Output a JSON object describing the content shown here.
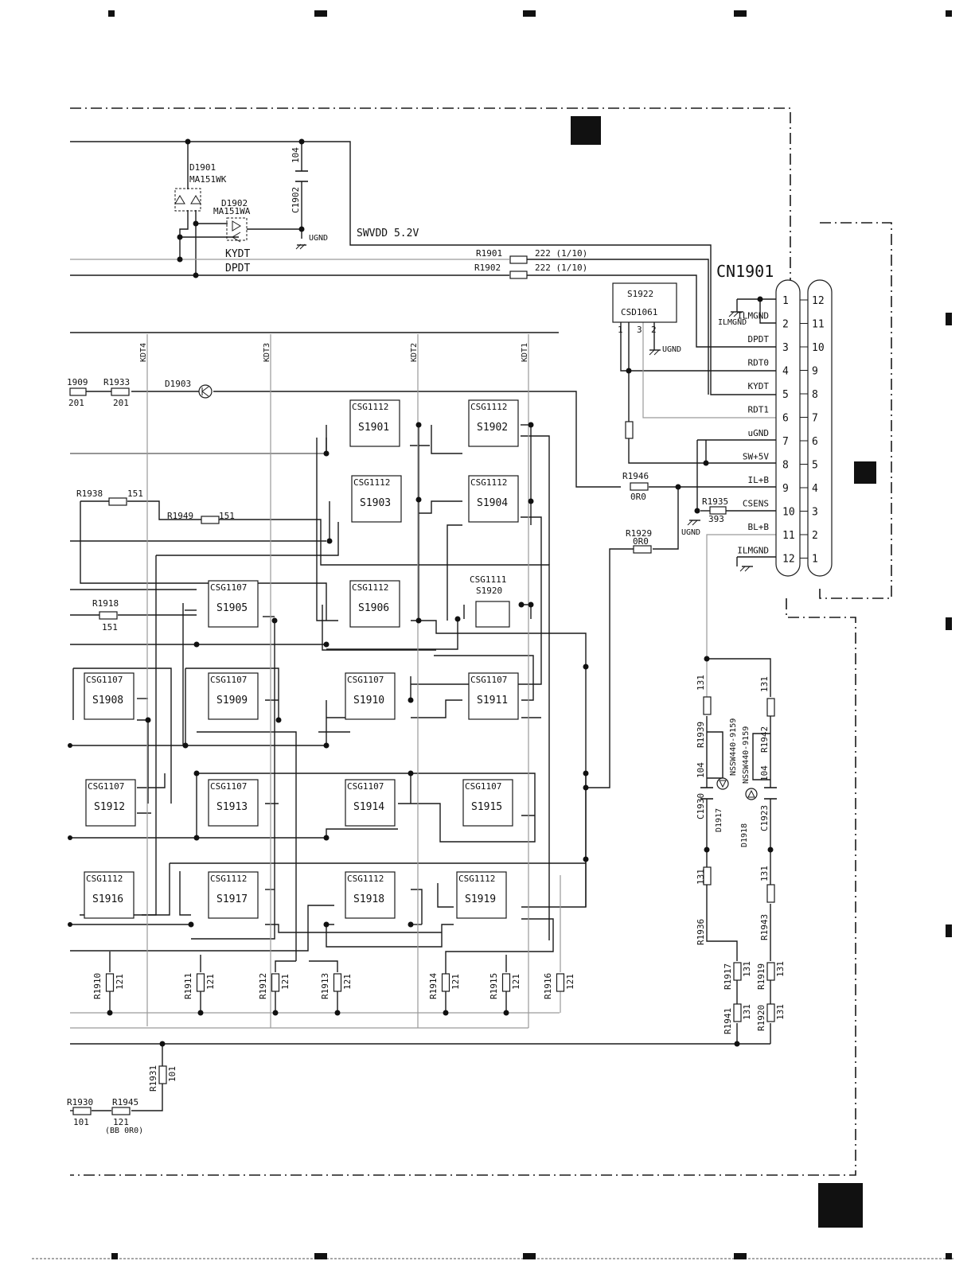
{
  "supply_label": "SWVDD 5.2V",
  "signals": {
    "kydt": "KYDT",
    "dpdt": "DPDT",
    "kdt4": "KDT4",
    "kdt3": "KDT3",
    "kdt2": "KDT2",
    "kdt1": "KDT1"
  },
  "diodes": [
    {
      "ref": "D1901",
      "part": "MA151WK"
    },
    {
      "ref": "D1902",
      "part": "MA151WA"
    },
    {
      "ref": "D1903",
      "part": ""
    },
    {
      "ref": "D1917",
      "part": "NSSW440-9159"
    },
    {
      "ref": "D1918",
      "part": "NSSW440-9159"
    }
  ],
  "capacitors": [
    {
      "ref": "C1902",
      "value": "104"
    },
    {
      "ref": "C1930",
      "value": "104"
    },
    {
      "ref": "C1923",
      "value": "104"
    }
  ],
  "ground_labels": [
    "UGND",
    "ILMGND",
    "UGND",
    "UGND",
    "ILMGND"
  ],
  "resistors": [
    {
      "ref": "R1901",
      "value": "222 (1/10)"
    },
    {
      "ref": "R1902",
      "value": "222 (1/10)"
    },
    {
      "ref": "1909",
      "value": "201"
    },
    {
      "ref": "R1933",
      "value": "201"
    },
    {
      "ref": "R1938",
      "value": "151"
    },
    {
      "ref": "R1949",
      "value": "151"
    },
    {
      "ref": "R1918",
      "value": "151"
    },
    {
      "ref": "R1946",
      "value": "0R0"
    },
    {
      "ref": "R1935",
      "value": "393"
    },
    {
      "ref": "R1929",
      "value": "0R0"
    },
    {
      "ref": "R1939",
      "value": "131"
    },
    {
      "ref": "R1942",
      "value": "131"
    },
    {
      "ref": "R1936",
      "value": "131"
    },
    {
      "ref": "R1943",
      "value": "131"
    },
    {
      "ref": "R1917",
      "value": "131"
    },
    {
      "ref": "R1919",
      "value": "131"
    },
    {
      "ref": "R1941",
      "value": "131"
    },
    {
      "ref": "R1920",
      "value": "131"
    },
    {
      "ref": "R1910",
      "value": "121"
    },
    {
      "ref": "R1911",
      "value": "121"
    },
    {
      "ref": "R1912",
      "value": "121"
    },
    {
      "ref": "R1913",
      "value": "121"
    },
    {
      "ref": "R1914",
      "value": "121"
    },
    {
      "ref": "R1915",
      "value": "121"
    },
    {
      "ref": "R1916",
      "value": "121"
    },
    {
      "ref": "R1931",
      "value": "101"
    },
    {
      "ref": "R1930",
      "value": "101"
    },
    {
      "ref": "R1945",
      "value": "121"
    }
  ],
  "r1945_note": "(BB 0R0)",
  "sensor": {
    "ref": "S1922",
    "part": "CSD1061",
    "pins": [
      "1",
      "3",
      "2"
    ]
  },
  "switches": [
    {
      "ref": "S1901",
      "part": "CSG1112"
    },
    {
      "ref": "S1902",
      "part": "CSG1112"
    },
    {
      "ref": "S1903",
      "part": "CSG1112"
    },
    {
      "ref": "S1904",
      "part": "CSG1112"
    },
    {
      "ref": "S1905",
      "part": "CSG1107"
    },
    {
      "ref": "S1906",
      "part": "CSG1112"
    },
    {
      "ref": "S1920",
      "part": "CSG1111"
    },
    {
      "ref": "S1908",
      "part": "CSG1107"
    },
    {
      "ref": "S1909",
      "part": "CSG1107"
    },
    {
      "ref": "S1910",
      "part": "CSG1107"
    },
    {
      "ref": "S1911",
      "part": "CSG1107"
    },
    {
      "ref": "S1912",
      "part": "CSG1107"
    },
    {
      "ref": "S1913",
      "part": "CSG1107"
    },
    {
      "ref": "S1914",
      "part": "CSG1107"
    },
    {
      "ref": "S1915",
      "part": "CSG1107"
    },
    {
      "ref": "S1916",
      "part": "CSG1112"
    },
    {
      "ref": "S1917",
      "part": "CSG1112"
    },
    {
      "ref": "S1918",
      "part": "CSG1112"
    },
    {
      "ref": "S1919",
      "part": "CSG1112"
    }
  ],
  "connector": {
    "ref": "CN1901",
    "pins": [
      {
        "n": "1",
        "m": "12",
        "signal": ""
      },
      {
        "n": "2",
        "m": "11",
        "signal": "ILMGND"
      },
      {
        "n": "3",
        "m": "10",
        "signal": "DPDT"
      },
      {
        "n": "4",
        "m": "9",
        "signal": "RDT0"
      },
      {
        "n": "5",
        "m": "8",
        "signal": "KYDT"
      },
      {
        "n": "6",
        "m": "7",
        "signal": "RDT1"
      },
      {
        "n": "7",
        "m": "6",
        "signal": "uGND"
      },
      {
        "n": "8",
        "m": "5",
        "signal": "SW+5V"
      },
      {
        "n": "9",
        "m": "4",
        "signal": "IL+B"
      },
      {
        "n": "10",
        "m": "3",
        "signal": "CSENS"
      },
      {
        "n": "11",
        "m": "2",
        "signal": "BL+B"
      },
      {
        "n": "12",
        "m": "1",
        "signal": "ILMGND"
      }
    ]
  }
}
